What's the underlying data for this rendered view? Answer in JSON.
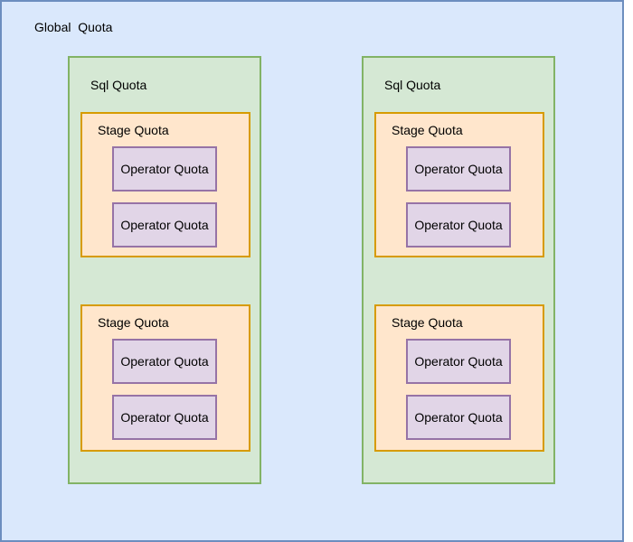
{
  "colors": {
    "global-fill": "#dae8fc",
    "global-stroke": "#6c8ebf",
    "sql-fill": "#d5e8d4",
    "sql-stroke": "#82b366",
    "stage-fill": "#ffe6cc",
    "stage-stroke": "#d79b00",
    "operator-fill": "#e1d5e7",
    "operator-stroke": "#9673a6",
    "text": "#000000"
  },
  "global": {
    "label": "Global  Quota"
  },
  "sql_boxes": [
    {
      "label": "Sql Quota",
      "stages": [
        {
          "label": "Stage Quota",
          "operators": [
            "Operator Quota",
            "Operator Quota"
          ]
        },
        {
          "label": "Stage Quota",
          "operators": [
            "Operator Quota",
            "Operator Quota"
          ]
        }
      ]
    },
    {
      "label": "Sql Quota",
      "stages": [
        {
          "label": "Stage Quota",
          "operators": [
            "Operator Quota",
            "Operator Quota"
          ]
        },
        {
          "label": "Stage Quota",
          "operators": [
            "Operator Quota",
            "Operator Quota"
          ]
        }
      ]
    }
  ]
}
